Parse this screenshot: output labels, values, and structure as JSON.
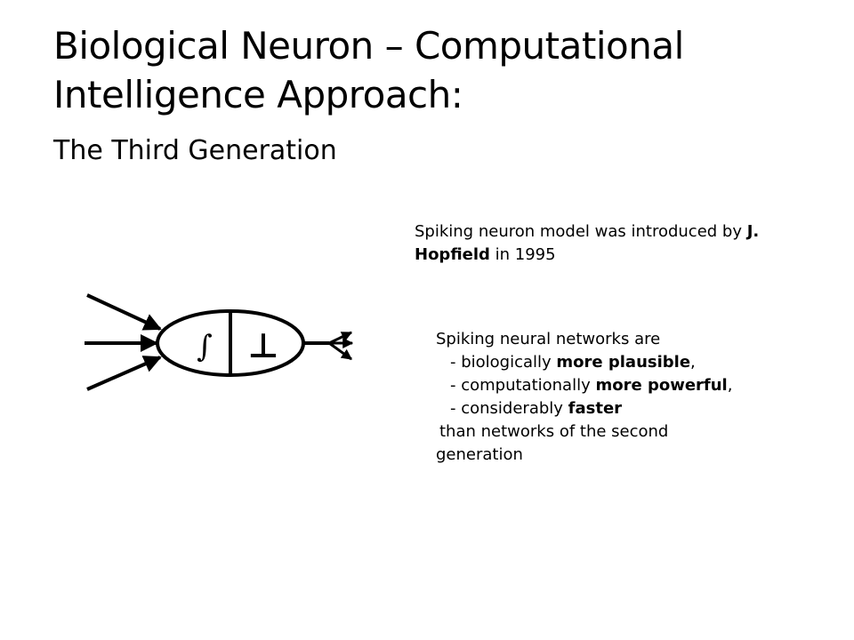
{
  "slide": {
    "title_line1": "Biological Neuron – Computational",
    "title_line2": "Intelligence Approach:",
    "subtitle": "The Third Generation"
  },
  "note": {
    "prefix": "Spiking neuron model was introduced by ",
    "author": "J. Hopfield",
    "suffix": " in 1995"
  },
  "features": {
    "intro": "Spiking neural networks are",
    "items": [
      {
        "pre": "- biologically ",
        "bold": "more plausible",
        "post": ","
      },
      {
        "pre": "- computationally ",
        "bold": "more powerful",
        "post": ","
      },
      {
        "pre": "- considerably ",
        "bold": "faster",
        "post": ""
      }
    ],
    "tail_line1": " than networks of the second",
    "tail_line2": "generation"
  },
  "diagram": {
    "integral_symbol": "∫",
    "threshold_symbol": "⊥"
  }
}
